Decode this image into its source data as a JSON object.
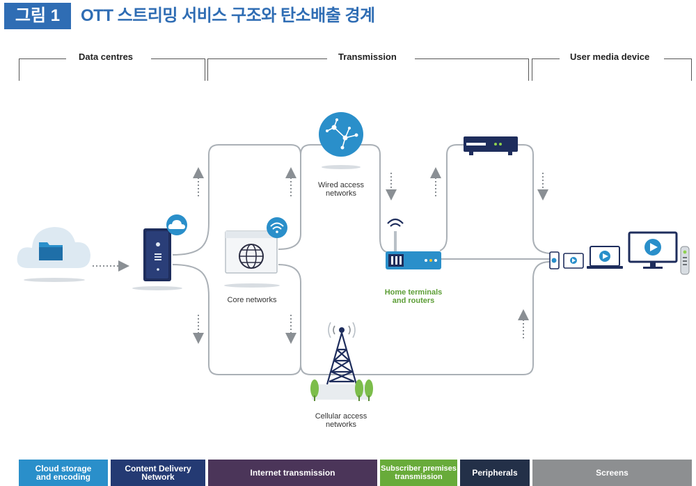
{
  "figure": {
    "number": "그림 1",
    "title": "OTT 스트리밍 서비스 구조와 탄소배출 경계"
  },
  "headers": {
    "data_centres": "Data centres",
    "transmission": "Transmission",
    "user_media_device": "User media device"
  },
  "labels": {
    "wired_line1": "Wired access",
    "wired_line2": "networks",
    "core": "Core networks",
    "home_line1": "Home terminals",
    "home_line2": "and routers",
    "cellular_line1": "Cellular access",
    "cellular_line2": "networks"
  },
  "legend": [
    {
      "line1": "Cloud storage",
      "line2": "and encoding",
      "color": "#2a8fca"
    },
    {
      "line1": "Content Delivery",
      "line2": "Network",
      "color": "#243a73"
    },
    {
      "line1": "Internet transmission",
      "line2": "",
      "color": "#4b3559"
    },
    {
      "line1": "Subscriber premises",
      "line2": "transmission",
      "color": "#68ab3a"
    },
    {
      "line1": "Peripherals",
      "line2": "",
      "color": "#233048"
    },
    {
      "line1": "Screens",
      "line2": "",
      "color": "#8d8f91"
    }
  ],
  "colors": {
    "accent_blue": "#2f6db4",
    "icon_blue": "#2a8fca",
    "navy": "#1e2d5c",
    "line_gray": "#aab0b6",
    "cloud": "#dde9f2",
    "tree_green": "#7cbd4b"
  },
  "icons": [
    "cloud-folder-icon",
    "server-icon",
    "browser-globe-icon",
    "wifi-icon",
    "network-nodes-icon",
    "router-icon",
    "set-top-box-icon",
    "cell-tower-icon",
    "phone-icon",
    "tablet-icon",
    "laptop-icon",
    "tv-icon",
    "remote-icon"
  ]
}
